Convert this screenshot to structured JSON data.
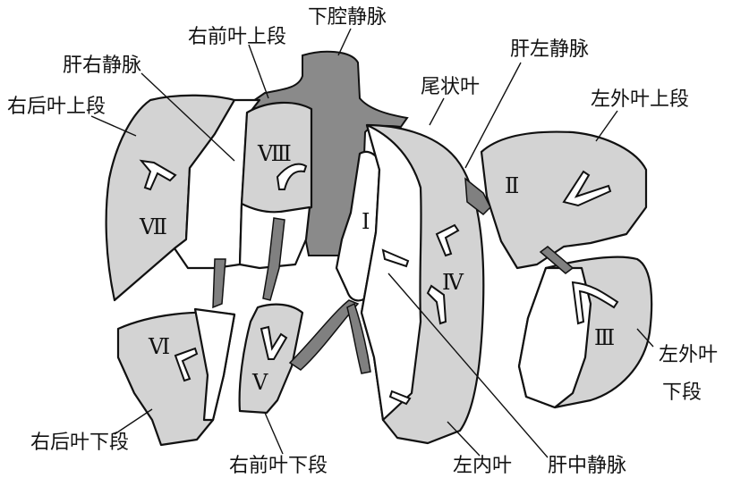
{
  "colors": {
    "segment_fill": "#d3d3d3",
    "vena_cava_fill": "#8a8a8a",
    "portal_fill": "#808080",
    "background": "#ffffff",
    "line": "#111111"
  },
  "labels": {
    "inferior_vena_cava": "下腔静脉",
    "right_anterior_superior": "右前叶上段",
    "right_hepatic_vein": "肝右静脉",
    "left_hepatic_vein": "肝左静脉",
    "right_posterior_superior": "右后叶上段",
    "caudate_lobe": "尾状叶",
    "left_lateral_superior": "左外叶上段",
    "left_lateral_inferior_line1": "左外叶",
    "left_lateral_inferior_line2": "下段",
    "right_posterior_inferior": "右后叶下段",
    "right_anterior_inferior": "右前叶下段",
    "left_medial_lobe": "左内叶",
    "middle_hepatic_vein": "肝中静脉"
  },
  "segments": {
    "I": "Ⅰ",
    "II": "Ⅱ",
    "III": "Ⅲ",
    "IV": "Ⅳ",
    "V": "Ⅴ",
    "VI": "Ⅵ",
    "VII": "Ⅶ",
    "VIII": "Ⅷ"
  }
}
